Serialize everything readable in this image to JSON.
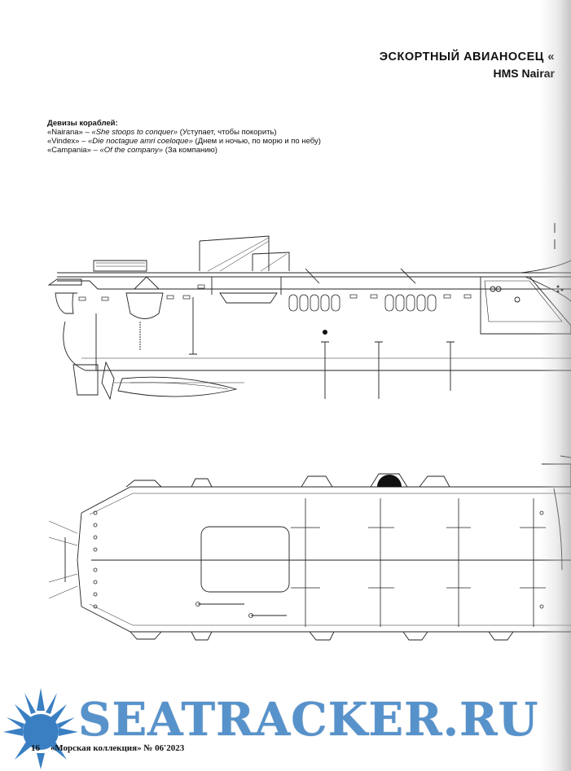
{
  "header": {
    "title": "ЭСКОРТНЫЙ АВИАНОСЕЦ «",
    "subtitle": "HMS Nairar"
  },
  "mottos": {
    "heading": "Девизы кораблей:",
    "items": [
      {
        "ship": "«Nairana»",
        "motto": "«She stoops to conquer»",
        "translation": "(Уступает, чтобы покорить)"
      },
      {
        "ship": "«Vindex»",
        "motto": "«Die noctague amri coeloque»",
        "translation": "(Днем и ночью, по морю и по небу)"
      },
      {
        "ship": "«Campania»",
        "motto": "«Of the company»",
        "translation": "(За компанию)"
      }
    ]
  },
  "drawings": {
    "side_view": "side-elevation",
    "plan_view": "flight-deck-plan"
  },
  "footer": {
    "page_number": "16",
    "magazine": "«Морская коллекция» № 06'2023"
  },
  "watermark": {
    "text": "SEATRACKER.RU",
    "color": "#3a7fc2"
  }
}
